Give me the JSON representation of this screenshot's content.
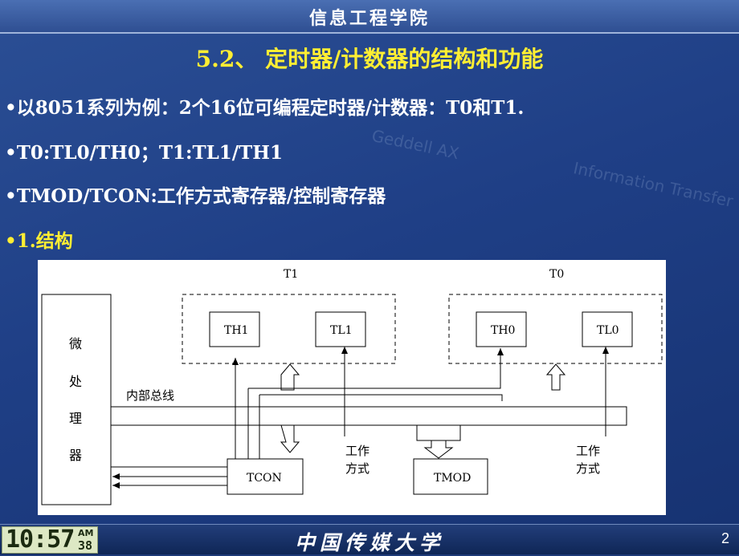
{
  "header": {
    "title": "信息工程学院"
  },
  "slide": {
    "title": "5.2、 定时器/计数器的结构和功能",
    "bullets": [
      "•以8051系列为例：2个16位可编程定时器/计数器：T0和T1.",
      "•T0:TL0/TH0；T1:TL1/TH1",
      "•TMOD/TCON:工作方式寄存器/控制寄存器",
      "•1.结构"
    ],
    "watermarks": [
      "Geddell AX",
      "Information Transfer"
    ]
  },
  "diagram": {
    "t1_label": "T1",
    "t0_label": "T0",
    "th1": "TH1",
    "tl1": "TL1",
    "th0": "TH0",
    "tl0": "TL0",
    "cpu_chars": [
      "微",
      "处",
      "理",
      "器"
    ],
    "bus_label": "内部总线",
    "tcon": "TCON",
    "tmod": "TMOD",
    "mode_label_1": [
      "工作",
      "方式"
    ],
    "mode_label_2": [
      "工作",
      "方式"
    ]
  },
  "footer": {
    "clock_time": "10:57",
    "clock_ampm": "AM",
    "clock_seconds": "38",
    "logo_text": "中国传媒大学",
    "page_number": "2"
  },
  "colors": {
    "title_yellow": "#ffee33",
    "slide_blue": "#1f3f86",
    "text_white": "#ffffff"
  }
}
